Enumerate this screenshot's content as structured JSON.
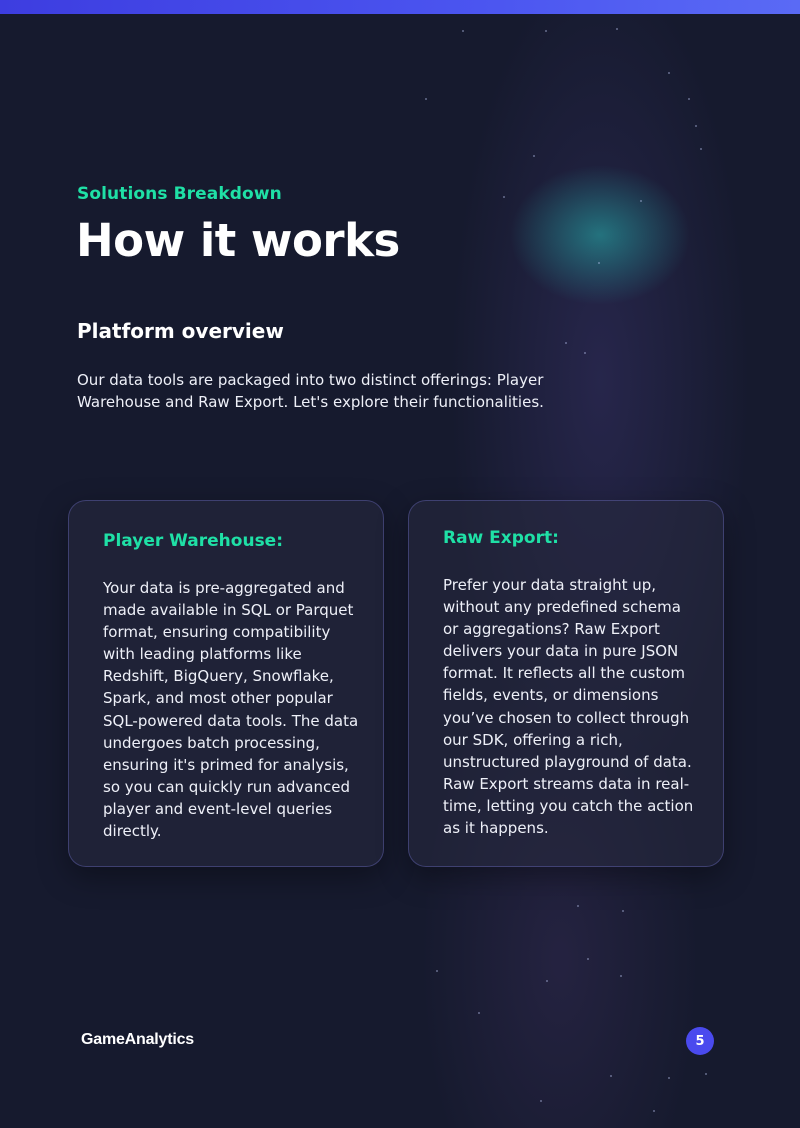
{
  "header": {
    "eyebrow": "Solutions Breakdown",
    "title": "How it works"
  },
  "overview": {
    "heading": "Platform overview",
    "body": "Our data tools are packaged into two distinct offerings: Player Warehouse and Raw Export. Let's explore their functionalities."
  },
  "cards": [
    {
      "title": "Player Warehouse:",
      "body": "Your data is pre-aggregated and made available in SQL or Parquet format, ensuring compatibility with leading platforms like Redshift, BigQuery, Snowflake, Spark, and most other popular SQL-powered data tools. The data undergoes batch processing, ensuring it's primed for analysis, so you can quickly run advanced player and event-level queries directly."
    },
    {
      "title": "Raw Export:",
      "body": "Prefer your data straight up, without any predefined schema or aggregations? Raw Export delivers your data in pure JSON format. It reflects all the custom fields, events, or dimensions you’ve chosen to collect through our SDK, offering a rich, unstructured playground of data. Raw Export streams data in real-time, letting you catch the action as it happens."
    }
  ],
  "footer": {
    "logo": "GameAnalytics",
    "page_number": "5"
  },
  "colors": {
    "background": "#161a2e",
    "accent_green": "#1fe0a6",
    "accent_blue": "#4a4aee"
  }
}
